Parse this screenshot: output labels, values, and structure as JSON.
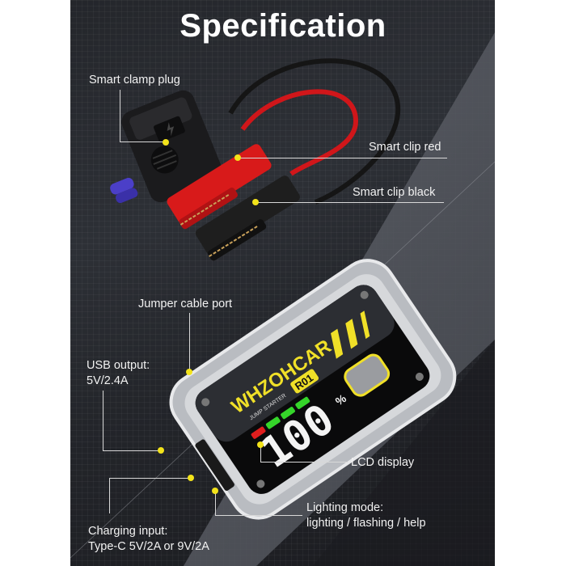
{
  "title": "Specification",
  "colors": {
    "background_dark": "#23252a",
    "background_light": "#5b5e66",
    "label_text": "#f2f2f2",
    "leader_line": "#d8d8d8",
    "marker_dot": "#f3e31a",
    "accent_yellow": "#f0e028",
    "clip_red": "#d81a1a",
    "clip_black": "#1e1e1e",
    "plug_blue": "#4b3fc8",
    "lcd_green": "#35d52a",
    "lcd_red": "#e01e1e"
  },
  "callouts": [
    {
      "id": "smart-clamp-plug",
      "text": "Smart clamp plug"
    },
    {
      "id": "smart-clip-red",
      "text": "Smart clip red"
    },
    {
      "id": "smart-clip-black",
      "text": "Smart clip black"
    },
    {
      "id": "jumper-cable-port",
      "text": "Jumper cable port"
    },
    {
      "id": "usb-output",
      "line1": "USB output:",
      "line2": "5V/2.4A"
    },
    {
      "id": "lcd-display",
      "text": "LCD display"
    },
    {
      "id": "charging-input",
      "line1": "Charging input:",
      "line2": "Type-C 5V/2A or 9V/2A"
    },
    {
      "id": "lighting-mode",
      "line1": "Lighting mode:",
      "line2": "lighting / flashing / help"
    }
  ],
  "device": {
    "brand": "WHZOHCAR",
    "subtitle": "JUMP STARTER",
    "model": "R01",
    "lcd_value": "100",
    "lcd_unit": "%"
  }
}
